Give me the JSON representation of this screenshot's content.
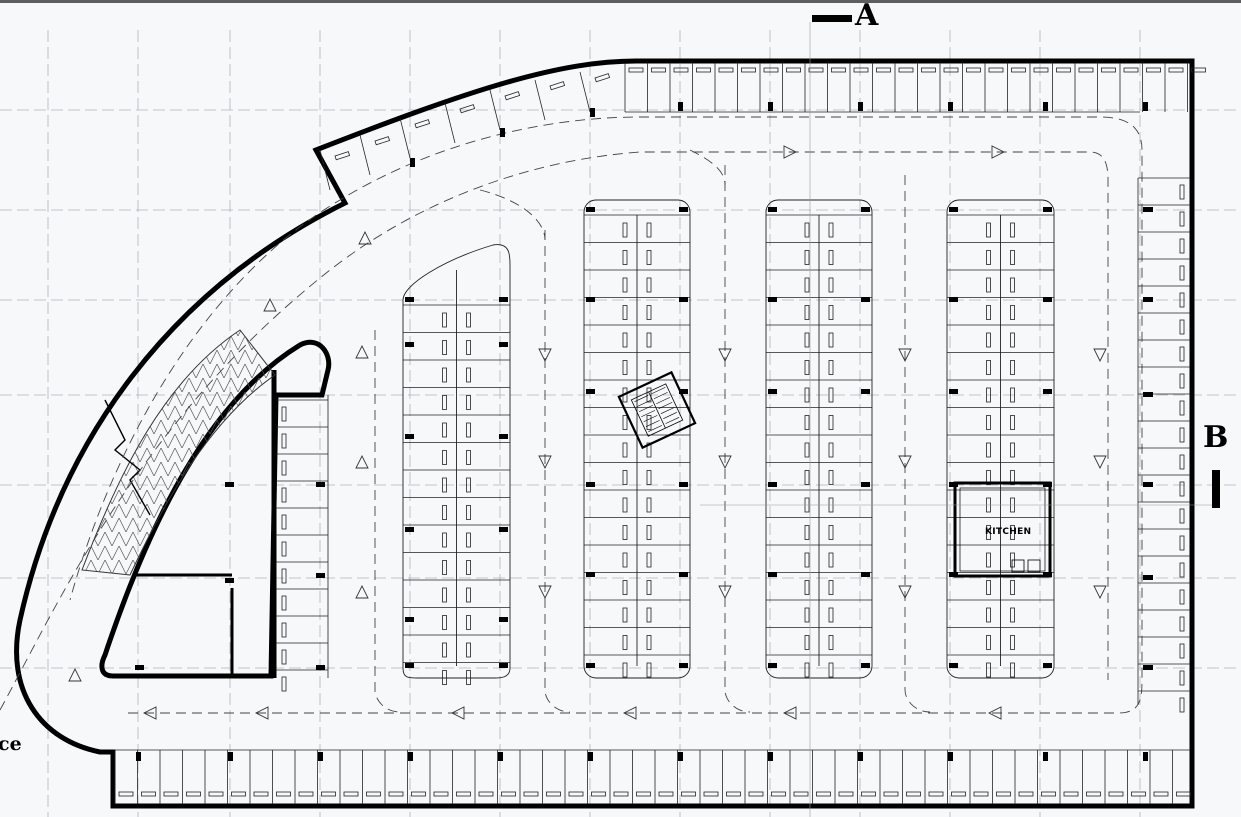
{
  "labels": {
    "section_a": "A",
    "section_b": "B",
    "entrance_fragment": "ce",
    "kitchen": "KITCHEN"
  },
  "colors": {
    "wall": "#000000",
    "line": "#333333",
    "grid": "#b0b3b8",
    "background": "#f7f8fa"
  }
}
